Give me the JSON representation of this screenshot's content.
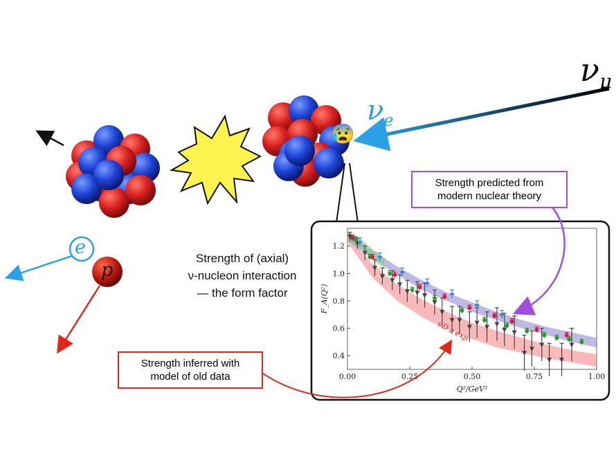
{
  "particles": {
    "nu_mu": {
      "symbol": "ν",
      "sub": "μ"
    },
    "nu_e": {
      "symbol": "ν",
      "sub": "e"
    },
    "electron": "e",
    "proton": "p",
    "emoji": "😰"
  },
  "center_text": {
    "line1": "Strength of (axial)",
    "line2": "ν-nucleon interaction",
    "line3": "— the form factor"
  },
  "callouts": {
    "theory": {
      "line1": "Strength predicted from",
      "line2": "modern nuclear theory"
    },
    "old_data": {
      "line1": "Strength inferred with",
      "line2": "model of old data"
    }
  },
  "colors": {
    "proton_red": "#d62020",
    "neutron_blue": "#1f44d6",
    "electron_cyan": "#2aa0e6",
    "theory_purple": "#a14ee0",
    "olddata_red": "#e0281a",
    "burst_yellow": "#fff44f"
  },
  "chart_data": {
    "type": "scatter",
    "xlabel": "Q²/GeV²",
    "ylabel": "F_A(Q²)",
    "xlim": [
      0,
      1
    ],
    "ylim": [
      0.3,
      1.33
    ],
    "xticks": [
      "0.00",
      "0.25",
      "0.50",
      "0.75",
      "1.00"
    ],
    "yticks": [
      "0.4",
      "0.6",
      "0.8",
      "1.0",
      "1.2"
    ],
    "bands": [
      {
        "name": "νD z exp",
        "color": "#f08080",
        "upper": [
          [
            0,
            1.28
          ],
          [
            0.1,
            1.07
          ],
          [
            0.2,
            0.92
          ],
          [
            0.3,
            0.81
          ],
          [
            0.4,
            0.72
          ],
          [
            0.5,
            0.64
          ],
          [
            0.6,
            0.58
          ],
          [
            0.7,
            0.53
          ],
          [
            0.8,
            0.48
          ],
          [
            0.9,
            0.44
          ],
          [
            1.0,
            0.41
          ]
        ],
        "lower": [
          [
            0,
            1.23
          ],
          [
            0.1,
            0.97
          ],
          [
            0.2,
            0.8
          ],
          [
            0.3,
            0.68
          ],
          [
            0.4,
            0.59
          ],
          [
            0.5,
            0.52
          ],
          [
            0.6,
            0.46
          ],
          [
            0.7,
            0.42
          ],
          [
            0.8,
            0.38
          ],
          [
            0.9,
            0.35
          ],
          [
            1.0,
            0.32
          ]
        ]
      },
      {
        "name": "",
        "color": "#8a7fd0",
        "upper": [
          [
            0,
            1.3
          ],
          [
            0.1,
            1.17
          ],
          [
            0.2,
            1.05
          ],
          [
            0.3,
            0.95
          ],
          [
            0.4,
            0.86
          ],
          [
            0.5,
            0.79
          ],
          [
            0.6,
            0.72
          ],
          [
            0.7,
            0.66
          ],
          [
            0.8,
            0.61
          ],
          [
            0.9,
            0.57
          ],
          [
            1.0,
            0.53
          ]
        ],
        "lower": [
          [
            0,
            1.24
          ],
          [
            0.1,
            1.11
          ],
          [
            0.2,
            0.99
          ],
          [
            0.3,
            0.88
          ],
          [
            0.4,
            0.8
          ],
          [
            0.5,
            0.72
          ],
          [
            0.6,
            0.66
          ],
          [
            0.7,
            0.6
          ],
          [
            0.8,
            0.55
          ],
          [
            0.9,
            0.5
          ],
          [
            1.0,
            0.46
          ]
        ]
      },
      {
        "name": "",
        "color": "#7fd07f",
        "upper": [
          [
            0,
            1.31
          ],
          [
            0.05,
            1.26
          ],
          [
            0.1,
            1.18
          ],
          [
            0.15,
            1.11
          ]
        ],
        "lower": [
          [
            0,
            1.24
          ],
          [
            0.05,
            1.18
          ],
          [
            0.1,
            1.1
          ],
          [
            0.15,
            1.03
          ]
        ]
      }
    ],
    "band_label": "νD z exp",
    "series": [
      {
        "color": "#444444",
        "marker": "tri",
        "points": [
          [
            0.01,
            1.27,
            0.03
          ],
          [
            0.04,
            1.22,
            0.04
          ],
          [
            0.07,
            1.15,
            0.05
          ],
          [
            0.11,
            1.04,
            0.06
          ],
          [
            0.14,
            0.98,
            0.06
          ],
          [
            0.18,
            0.95,
            0.07
          ],
          [
            0.21,
            0.92,
            0.07
          ],
          [
            0.24,
            0.87,
            0.08
          ],
          [
            0.28,
            0.86,
            0.08
          ],
          [
            0.31,
            0.84,
            0.09
          ],
          [
            0.35,
            0.79,
            0.09
          ],
          [
            0.38,
            0.72,
            0.1
          ],
          [
            0.42,
            0.66,
            0.1
          ],
          [
            0.45,
            0.66,
            0.1
          ],
          [
            0.49,
            0.61,
            0.11
          ],
          [
            0.52,
            0.64,
            0.11
          ],
          [
            0.56,
            0.61,
            0.11
          ],
          [
            0.6,
            0.63,
            0.12
          ],
          [
            0.63,
            0.59,
            0.12
          ],
          [
            0.67,
            0.57,
            0.12
          ],
          [
            0.71,
            0.42,
            0.13
          ],
          [
            0.74,
            0.45,
            0.13
          ],
          [
            0.78,
            0.48,
            0.12
          ],
          [
            0.81,
            0.37,
            0.12
          ],
          [
            0.86,
            0.37,
            0.12
          ],
          [
            0.9,
            0.48,
            0.12
          ]
        ]
      },
      {
        "color": "#2a9a2a",
        "marker": "dot",
        "points": [
          [
            0.03,
            1.25,
            0.02
          ],
          [
            0.09,
            1.12,
            0.02
          ],
          [
            0.17,
            1.0,
            0.02
          ],
          [
            0.26,
            0.88,
            0.02
          ],
          [
            0.35,
            0.82,
            0.02
          ],
          [
            0.46,
            0.73,
            0.02
          ],
          [
            0.55,
            0.66,
            0.02
          ],
          [
            0.64,
            0.62,
            0.02
          ],
          [
            0.72,
            0.58,
            0.02
          ],
          [
            0.79,
            0.55,
            0.02
          ],
          [
            0.84,
            0.53,
            0.02
          ],
          [
            0.89,
            0.52,
            0.02
          ],
          [
            0.94,
            0.5,
            0.02
          ]
        ]
      },
      {
        "color": "#d4203c",
        "marker": "dot",
        "points": [
          [
            0.02,
            1.26,
            0.02
          ],
          [
            0.1,
            1.12,
            0.02
          ],
          [
            0.19,
            0.99,
            0.02
          ],
          [
            0.29,
            0.9,
            0.02
          ],
          [
            0.39,
            0.83,
            0.02
          ],
          [
            0.49,
            0.75,
            0.02
          ],
          [
            0.59,
            0.69,
            0.02
          ],
          [
            0.66,
            0.65,
            0.02
          ],
          [
            0.76,
            0.59,
            0.02
          ],
          [
            0.88,
            0.55,
            0.02
          ]
        ]
      },
      {
        "color": "#3a7fe0",
        "marker": "bar",
        "points": [
          [
            0.05,
            1.23,
            0.03
          ],
          [
            0.13,
            1.12,
            0.03
          ],
          [
            0.22,
            1.01,
            0.03
          ],
          [
            0.32,
            0.93,
            0.03
          ],
          [
            0.42,
            0.85,
            0.03
          ],
          [
            0.52,
            0.77,
            0.03
          ],
          [
            0.62,
            0.7,
            0.03
          ]
        ]
      }
    ]
  }
}
